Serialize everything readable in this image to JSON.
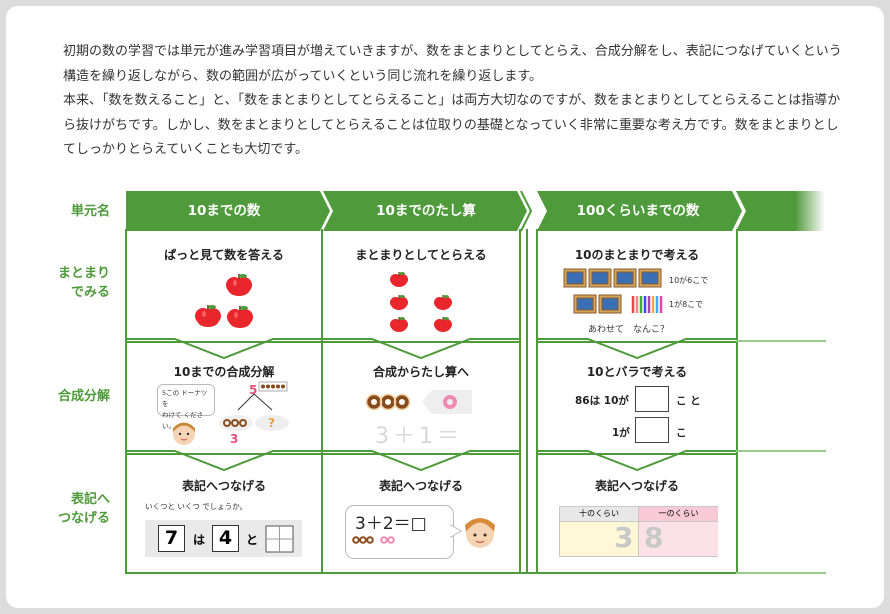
{
  "intro": {
    "p1": "初期の数の学習では単元が進み学習項目が増えていきますが、数をまとまりとしてとらえ、合成分解をし、表記につなげていくという構造を繰り返しながら、数の範囲が広がっていくという同じ流れを繰り返します。",
    "p2": "本来、「数を数えること」と、「数をまとまりとしてとらえること」は両方大切なのですが、数をまとまりとしてとらえることは指導から抜けがちです。しかし、数をまとまりとしてとらえることは位取りの基礎となっていく非常に重要な考え方です。数をまとまりとしてしっかりとらえていくことも大切です。"
  },
  "row_labels": {
    "header": "単元名",
    "row1_line1": "まとまり",
    "row1_line2": "でみる",
    "row2": "合成分解",
    "row3_line1": "表記へ",
    "row3_line2": "つなげる"
  },
  "units": [
    "10までの数",
    "10までのたし算",
    "100くらいまでの数"
  ],
  "cells": {
    "r1c1": "ぱっと見て数を答える",
    "r1c2": "まとまりとしてとらえる",
    "r1c3": "10のまとまりで考える",
    "r2c1": "10までの合成分解",
    "r2c2": "合成からたし算へ",
    "r2c3": "10とバラで考える",
    "r3c1": "表記へつなげる",
    "r3c2": "表記へつなげる",
    "r3c3": "表記へつなげる"
  },
  "illust": {
    "tens_caption1": "10が6こで",
    "tens_caption2": "1が8こで",
    "tens_question": "あわせて　なんこ？",
    "donut_bubble_line1": "5この ドーナツを",
    "donut_bubble_line2": "わけて ください。",
    "decomp_top": "5",
    "decomp_left": "3",
    "decomp_right": "?",
    "faded_equation": "3＋1＝",
    "r2c3_line1_a": "86は 10が",
    "r2c3_line1_b": "こ と",
    "r2c3_line2_a": "1が",
    "r2c3_line2_b": "こ",
    "r3c1_prompt": "いくつと いくつ でしょうか。",
    "r3c1_n1": "7",
    "r3c1_wa": "は",
    "r3c1_n2": "4",
    "r3c1_to": "と",
    "r3c2_equation": "3＋2＝□",
    "place_tens": "十のくらい",
    "place_ones": "一のくらい",
    "place_tens_digit": "3",
    "place_ones_digit": "8"
  },
  "colors": {
    "green": "#4f9a3a",
    "apple": "#e8262b",
    "pink": "#e4537a"
  }
}
